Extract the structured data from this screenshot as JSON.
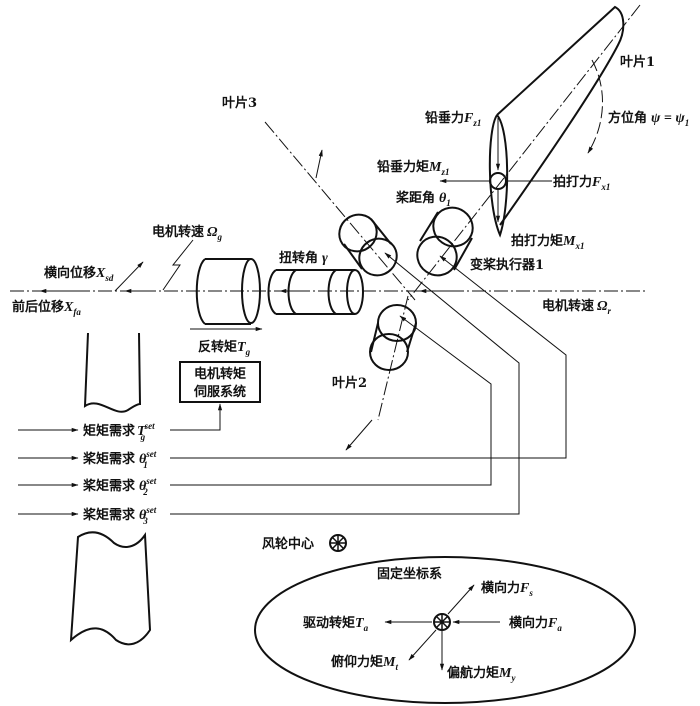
{
  "figure": {
    "blades": {
      "blade1": "叶片1",
      "blade2": "叶片2",
      "blade3": "叶片3"
    },
    "blade1_labels": {
      "azimuth": {
        "text": "方位角",
        "symbol": "ψ = ψ",
        "sub": "1"
      },
      "vertical_force": {
        "text": "铅垂力",
        "symbol": "F",
        "sub": "z1"
      },
      "vertical_moment": {
        "text": "铅垂力矩",
        "symbol": "M",
        "sub": "z1"
      },
      "flap_force": {
        "text": "拍打力",
        "symbol": "F",
        "sub": "x1"
      },
      "flap_moment": {
        "text": "拍打力矩",
        "symbol": "M",
        "sub": "x1"
      },
      "pitch_angle": {
        "text": "桨距角",
        "symbol": "θ",
        "sub": "1"
      },
      "pitch_actuator": {
        "text": "变桨执行器1"
      }
    },
    "drivetrain": {
      "generator_speed": {
        "text": "电机转速",
        "symbol": "Ω",
        "sub": "g"
      },
      "rotor_speed": {
        "text": "电机转速",
        "symbol": "Ω",
        "sub": "r"
      },
      "torsion_angle": {
        "text": "扭转角",
        "symbol": "γ"
      },
      "lateral_displacement": {
        "text": "横向位移",
        "symbol": "X",
        "sub": "sd"
      },
      "fore_aft_displacement": {
        "text": "前后位移",
        "symbol": "X",
        "sub": "fa"
      },
      "reaction_torque": {
        "text": "反转矩",
        "symbol": "T",
        "sub": "g"
      },
      "servo_box": {
        "line1": "电机转矩",
        "line2": "伺服系统"
      }
    },
    "demands": [
      {
        "text": "矩矩需求",
        "symbol": "T",
        "sub": "g",
        "sup": "set"
      },
      {
        "text": "桨矩需求",
        "symbol": "θ",
        "sub": "1",
        "sup": "set"
      },
      {
        "text": "桨矩需求",
        "symbol": "θ",
        "sub": "2",
        "sup": "set"
      },
      {
        "text": "桨矩需求",
        "symbol": "θ",
        "sub": "3",
        "sup": "set"
      }
    ],
    "fixed_frame": {
      "rotor_center": "风轮中心",
      "title": "固定坐标系",
      "lateral_force_s": {
        "text": "横向力",
        "symbol": "F",
        "sub": "s"
      },
      "lateral_force_a": {
        "text": "横向力",
        "symbol": "F",
        "sub": "a"
      },
      "drive_torque": {
        "text": "驱动转矩",
        "symbol": "T",
        "sub": "a"
      },
      "tilt_moment": {
        "text": "俯仰力矩",
        "symbol": "M",
        "sub": "t"
      },
      "yaw_moment": {
        "text": "偏航力矩",
        "symbol": "M",
        "sub": "y"
      }
    }
  }
}
